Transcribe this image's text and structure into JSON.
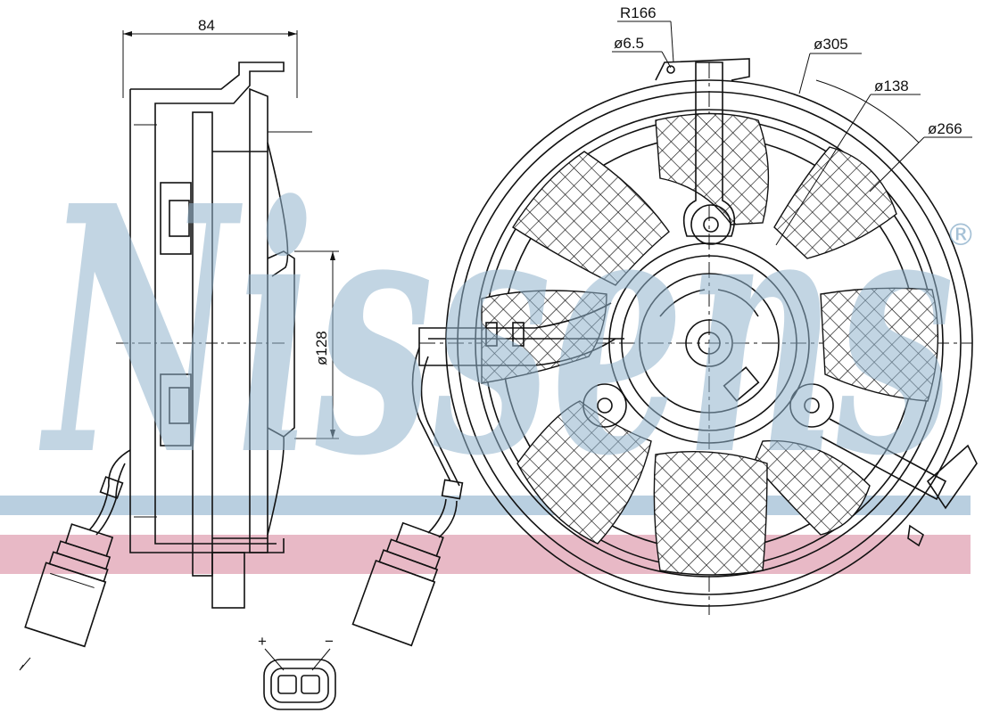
{
  "drawing": {
    "dimensions": {
      "width_84": "84",
      "r166": "R166",
      "d6_5": "ø6.5",
      "d305": "ø305",
      "d138": "ø138",
      "d266": "ø266",
      "d128": "ø128"
    },
    "connector": {
      "plus": "+",
      "minus": "−"
    }
  },
  "watermark": {
    "brand": "Nissens",
    "registered": "®",
    "colors": {
      "blue": "#b9cfe0",
      "pink": "#e8b9c6"
    }
  }
}
